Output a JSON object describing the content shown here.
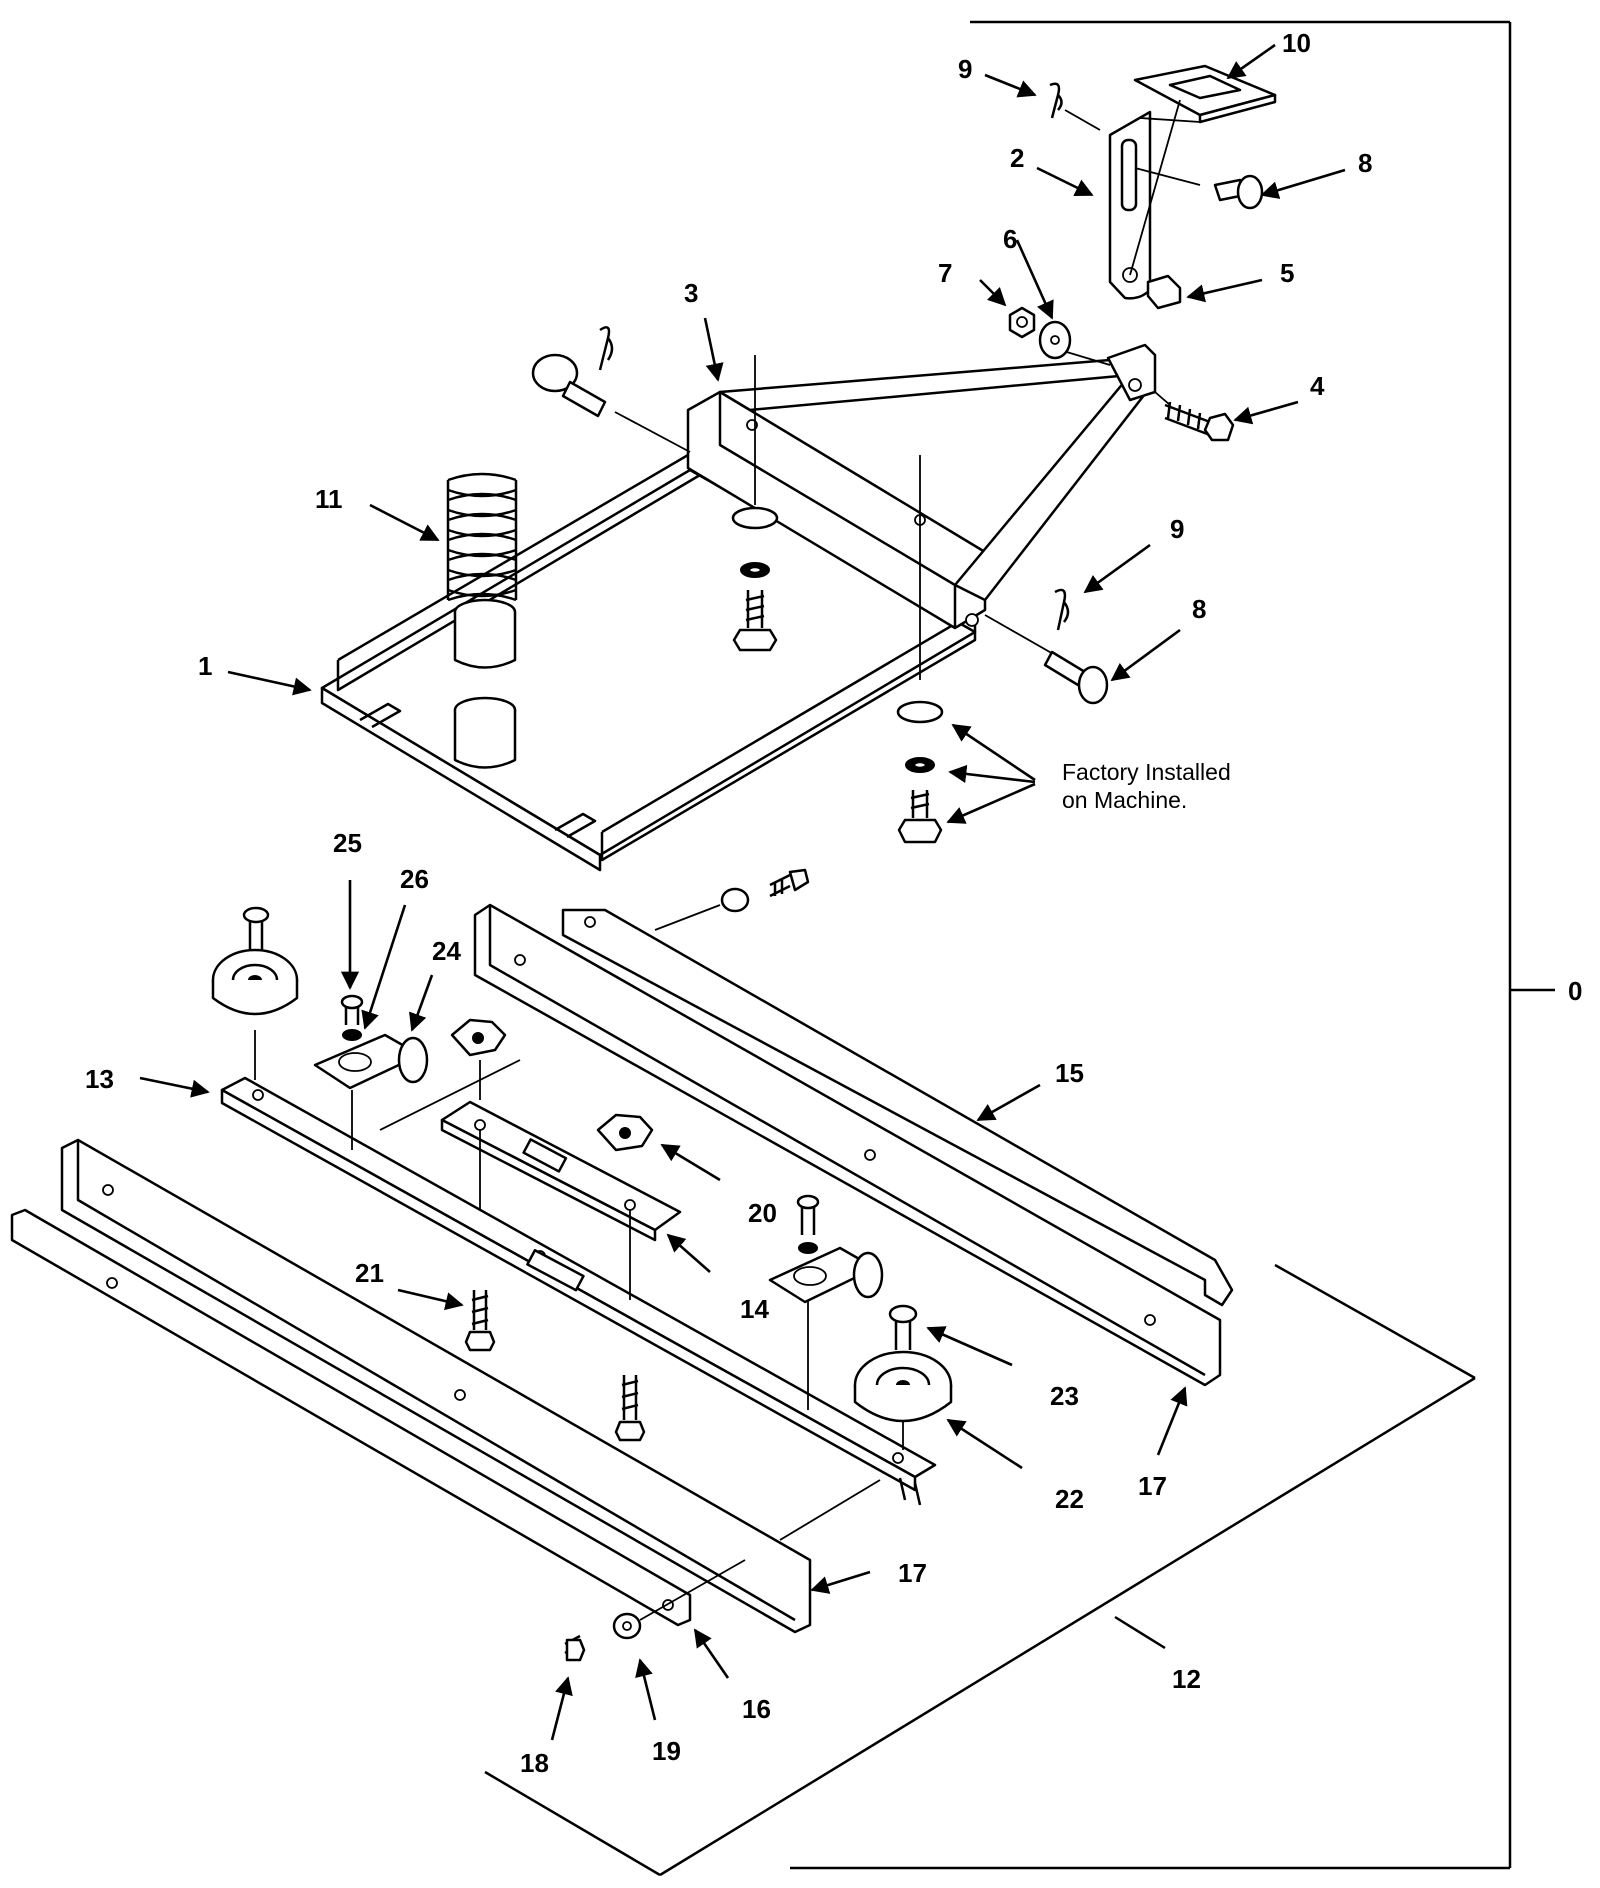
{
  "callouts": {
    "c0": "0",
    "c1": "1",
    "c2": "2",
    "c3": "3",
    "c4": "4",
    "c5": "5",
    "c6": "6",
    "c7": "7",
    "c8a": "8",
    "c8b": "8",
    "c9a": "9",
    "c9b": "9",
    "c10": "10",
    "c11": "11",
    "c12": "12",
    "c13": "13",
    "c14": "14",
    "c15": "15",
    "c16": "16",
    "c17a": "17",
    "c17b": "17",
    "c18": "18",
    "c19": "19",
    "c20": "20",
    "c21": "21",
    "c22": "22",
    "c23": "23",
    "c24": "24",
    "c25": "25",
    "c26": "26"
  },
  "note": {
    "line1": "Factory Installed",
    "line2": "on Machine."
  },
  "colors": {
    "ink": "#000000",
    "paper": "#ffffff"
  }
}
